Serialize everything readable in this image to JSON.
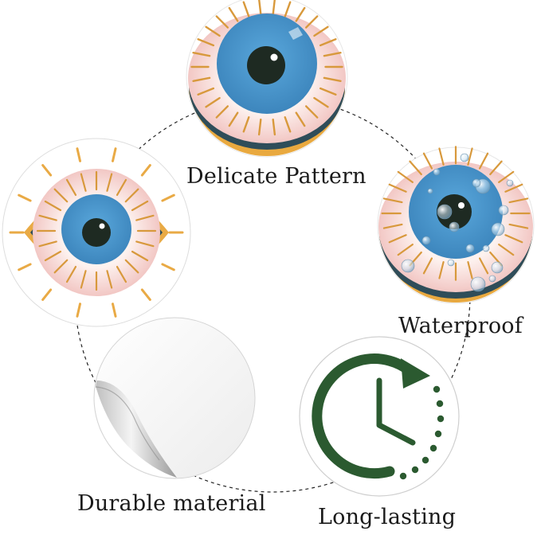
{
  "features": {
    "delicate_pattern": "Delicate Pattern",
    "waterproof": "Waterproof",
    "durable_material": "Durable material",
    "long_lasting": "Long-lasting"
  },
  "icons": {
    "top": "eye-sticker-icon",
    "left": "eye-sticker-with-rays-icon",
    "right": "eye-sticker-with-water-drops-icon",
    "bottom_left": "peeling-sticker-icon",
    "bottom_right": "clock-arrow-icon"
  },
  "colors": {
    "iris": "#4a97cc",
    "pupil": "#1e2a22",
    "sclera": "#f7dcd8",
    "rim": "#e9aa45",
    "dark_ring": "#2f4d59",
    "vein": "#d08a3a",
    "clock_green": "#2b5a30"
  }
}
